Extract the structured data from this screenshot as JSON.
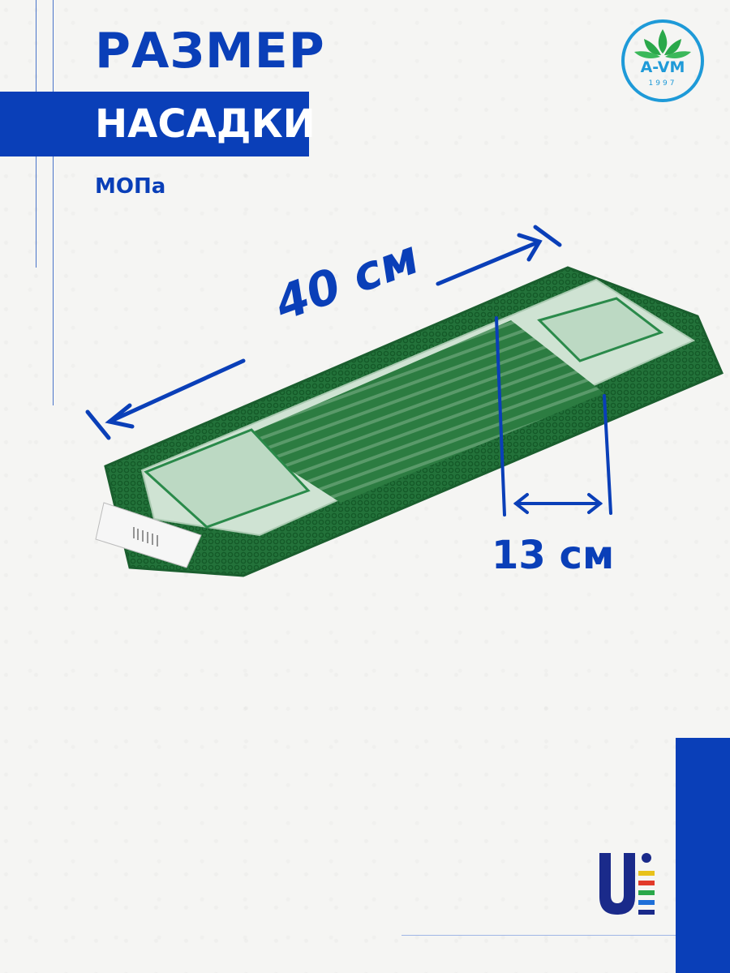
{
  "header": {
    "title": "РАЗМЕР",
    "bar_title": "НАСАДКИ",
    "subtitle": "МОПа"
  },
  "brand_logo": {
    "text": "A-VM",
    "year": "1997",
    "icon": "lotus-icon"
  },
  "dimensions": {
    "length_label": "40 см",
    "width_label": "13 см"
  },
  "colors": {
    "accent_blue": "#0a3fb8",
    "mop_green": "#2a7a3a",
    "strip_light": "#cfe3d3"
  },
  "footer_logo": {
    "icon": "ui-brand-icon"
  }
}
